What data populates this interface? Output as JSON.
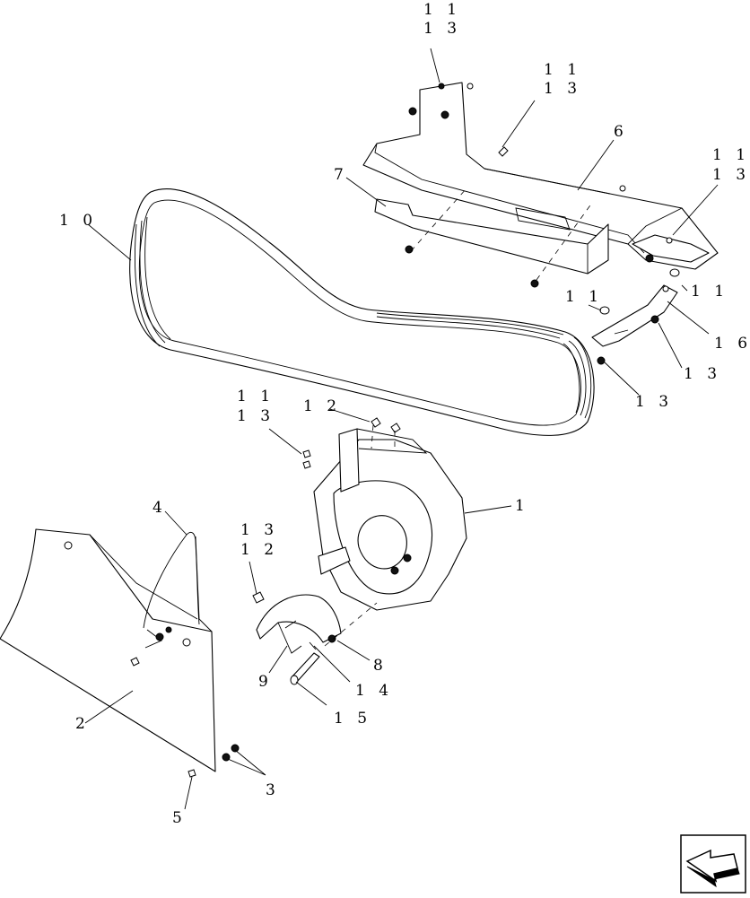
{
  "callouts": {
    "c1": "1",
    "c2": "2",
    "c3": "3",
    "c4": "4",
    "c5": "5",
    "c6": "6",
    "c7": "7",
    "c8": "8",
    "c9": "9",
    "c10": "1 0",
    "c14": "1 4",
    "c15": "1 5",
    "c11a": "1 1",
    "c13a": "1 3",
    "c11b": "1 1",
    "c13b": "1 3",
    "c11c": "1 1",
    "c13c": "1 3",
    "c11d": "1 1",
    "c11e": "1 1",
    "c16": "1 6",
    "c13d": "1 3",
    "c13e": "1 3",
    "c11f": "1 1",
    "c13f": "1 3",
    "c12a": "1 2",
    "c13g": "1 3",
    "c12b": "1 2"
  },
  "nav": {
    "icon": "next-page-arrow-icon"
  }
}
